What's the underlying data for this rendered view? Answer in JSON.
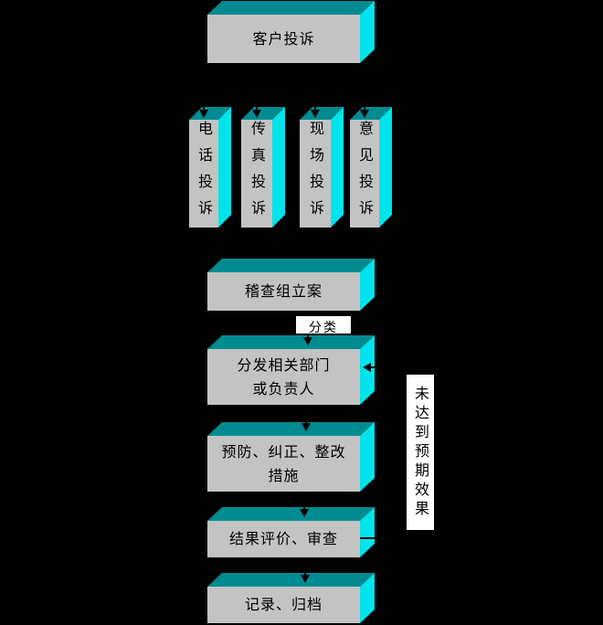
{
  "page": {
    "background": "#000000"
  },
  "colors": {
    "bg": "#000000",
    "front": "#C3C3C3",
    "top": "#008B91",
    "side": "#00E3EA",
    "label": "#FFFFFF",
    "text": "#000000",
    "line": "#000000"
  },
  "flowchart": {
    "start_box": {
      "label": "客户投诉"
    },
    "channel_boxes": [
      {
        "label": "电话投诉"
      },
      {
        "label": "传真投诉"
      },
      {
        "label": "现场投诉"
      },
      {
        "label": "意见投诉"
      }
    ],
    "process_boxes": [
      {
        "label": "稽查组立案"
      },
      {
        "label": "分发相关部门\n或负责人"
      },
      {
        "label": "预防、纠正、整改\n措施"
      },
      {
        "label": "结果评价、审查"
      },
      {
        "label": "记录、归档"
      }
    ],
    "annotations": {
      "classify_label": "分类",
      "feedback_label": "未达到预期效果"
    }
  }
}
